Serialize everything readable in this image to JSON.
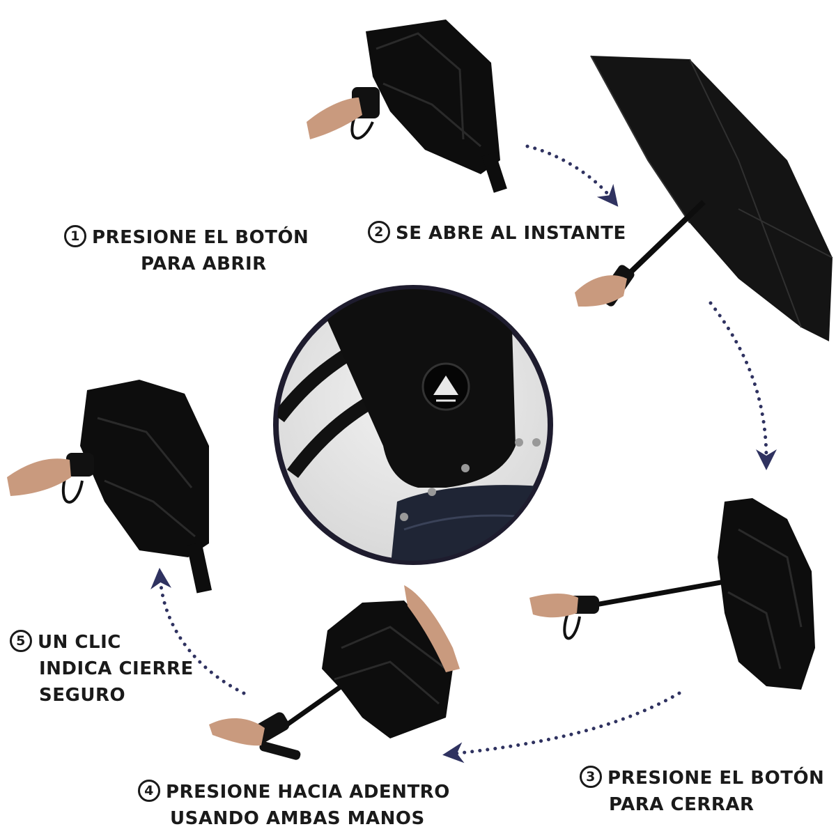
{
  "steps": [
    {
      "num": "1",
      "line1": "PRESIONE EL BOTÓN",
      "line2": "PARA ABRIR"
    },
    {
      "num": "2",
      "line1": "SE ABRE AL INSTANTE",
      "line2": ""
    },
    {
      "num": "3",
      "line1": "PRESIONE EL BOTÓN",
      "line2": "PARA CERRAR"
    },
    {
      "num": "4",
      "line1": "PRESIONE HACIA ADENTRO",
      "line2": "USANDO AMBAS MANOS"
    },
    {
      "num": "5",
      "line1": "UN CLIC",
      "line2": "INDICA CIERRE",
      "line3": "SEGURO"
    }
  ],
  "colors": {
    "text": "#1a1a1a",
    "arrow": "#2f3260",
    "umbrella": "#0d0d0d",
    "skin": "#c99a7e",
    "lens_ring": "#1e1c2e"
  }
}
